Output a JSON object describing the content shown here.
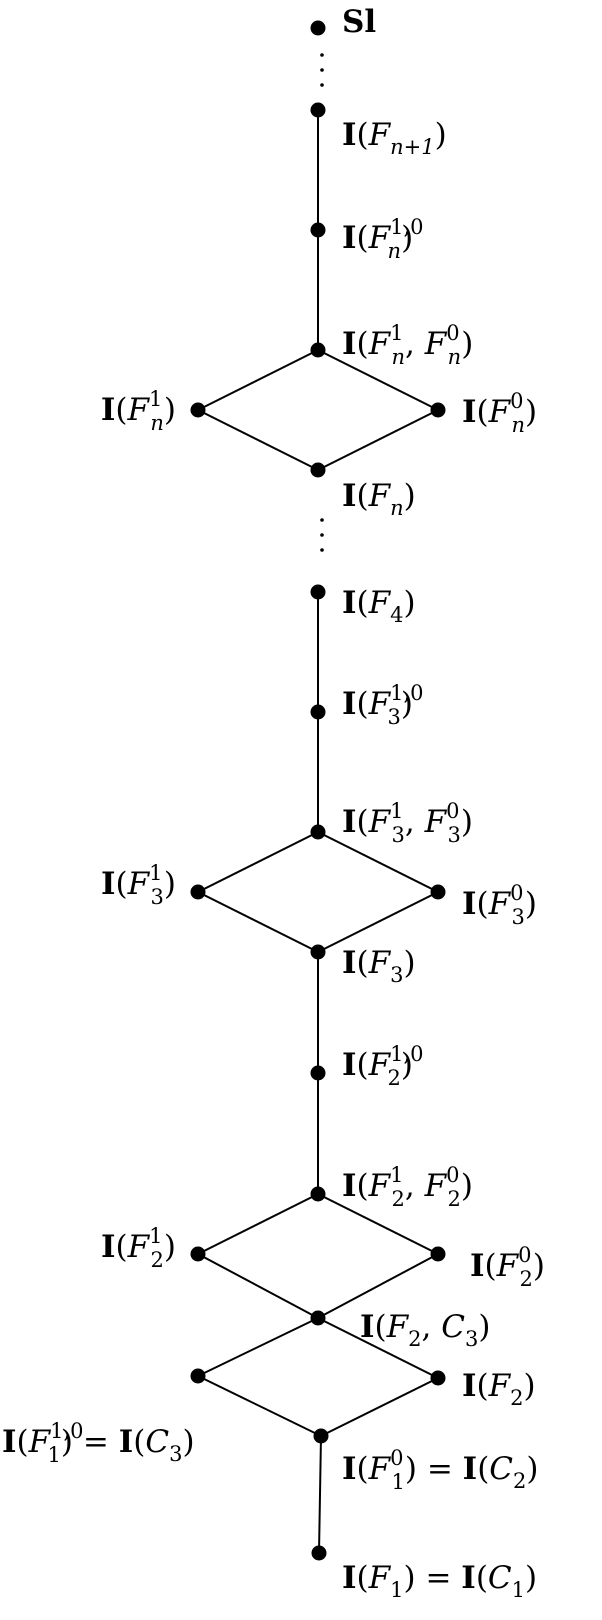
{
  "diagram": {
    "top_label": "Sl",
    "nodes": [
      {
        "id": "sl",
        "label": [
          {
            "t": "Sl",
            "b": 1
          }
        ]
      },
      {
        "id": "fn1",
        "label": [
          {
            "t": "I",
            "b": 1
          },
          {
            "t": "("
          },
          {
            "t": "F",
            "i": 1
          },
          {
            "t": "n+1",
            "sub": 1,
            "i": 1
          },
          {
            "t": ")"
          }
        ]
      },
      {
        "id": "fn10",
        "label": [
          {
            "t": "I",
            "b": 1
          },
          {
            "t": "("
          },
          {
            "t": "F",
            "i": 1
          },
          {
            "t": "1,0",
            "sup": 1
          },
          {
            "t": "n",
            "sub": 1,
            "i": 1
          },
          {
            "t": ")"
          }
        ]
      },
      {
        "id": "fn1fn0",
        "label": [
          {
            "t": "I",
            "b": 1
          },
          {
            "t": "("
          },
          {
            "t": "F",
            "i": 1
          },
          {
            "t": "1",
            "sup": 1
          },
          {
            "t": "n",
            "sub": 1,
            "i": 1
          },
          {
            "t": ", "
          },
          {
            "t": "F",
            "i": 1
          },
          {
            "t": "0",
            "sup": 1
          },
          {
            "t": "n",
            "sub": 1,
            "i": 1
          },
          {
            "t": ")"
          }
        ]
      },
      {
        "id": "fn_1",
        "label": [
          {
            "t": "I",
            "b": 1
          },
          {
            "t": "("
          },
          {
            "t": "F",
            "i": 1
          },
          {
            "t": "1",
            "sup": 1
          },
          {
            "t": "n",
            "sub": 1,
            "i": 1
          },
          {
            "t": ")"
          }
        ]
      },
      {
        "id": "fn_0",
        "label": [
          {
            "t": "I",
            "b": 1
          },
          {
            "t": "("
          },
          {
            "t": "F",
            "i": 1
          },
          {
            "t": "0",
            "sup": 1
          },
          {
            "t": "n",
            "sub": 1,
            "i": 1
          },
          {
            "t": ")"
          }
        ]
      },
      {
        "id": "fn",
        "label": [
          {
            "t": "I",
            "b": 1
          },
          {
            "t": "("
          },
          {
            "t": "F",
            "i": 1
          },
          {
            "t": "n",
            "sub": 1,
            "i": 1
          },
          {
            "t": ")"
          }
        ]
      },
      {
        "id": "f4",
        "label": [
          {
            "t": "I",
            "b": 1
          },
          {
            "t": "("
          },
          {
            "t": "F",
            "i": 1
          },
          {
            "t": "4",
            "sub": 1
          },
          {
            "t": ")"
          }
        ]
      },
      {
        "id": "f310",
        "label": [
          {
            "t": "I",
            "b": 1
          },
          {
            "t": "("
          },
          {
            "t": "F",
            "i": 1
          },
          {
            "t": "1,0",
            "sup": 1
          },
          {
            "t": "3",
            "sub": 1
          },
          {
            "t": ")"
          }
        ]
      },
      {
        "id": "f31f30",
        "label": [
          {
            "t": "I",
            "b": 1
          },
          {
            "t": "("
          },
          {
            "t": "F",
            "i": 1
          },
          {
            "t": "1",
            "sup": 1
          },
          {
            "t": "3",
            "sub": 1
          },
          {
            "t": ", "
          },
          {
            "t": "F",
            "i": 1
          },
          {
            "t": "0",
            "sup": 1
          },
          {
            "t": "3",
            "sub": 1
          },
          {
            "t": ")"
          }
        ]
      },
      {
        "id": "f3_1",
        "label": [
          {
            "t": "I",
            "b": 1
          },
          {
            "t": "("
          },
          {
            "t": "F",
            "i": 1
          },
          {
            "t": "1",
            "sup": 1
          },
          {
            "t": "3",
            "sub": 1
          },
          {
            "t": ")"
          }
        ]
      },
      {
        "id": "f3_0",
        "label": [
          {
            "t": "I",
            "b": 1
          },
          {
            "t": "("
          },
          {
            "t": "F",
            "i": 1
          },
          {
            "t": "0",
            "sup": 1
          },
          {
            "t": "3",
            "sub": 1
          },
          {
            "t": ")"
          }
        ]
      },
      {
        "id": "f3",
        "label": [
          {
            "t": "I",
            "b": 1
          },
          {
            "t": "("
          },
          {
            "t": "F",
            "i": 1
          },
          {
            "t": "3",
            "sub": 1
          },
          {
            "t": ")"
          }
        ]
      },
      {
        "id": "f210",
        "label": [
          {
            "t": "I",
            "b": 1
          },
          {
            "t": "("
          },
          {
            "t": "F",
            "i": 1
          },
          {
            "t": "1,0",
            "sup": 1
          },
          {
            "t": "2",
            "sub": 1
          },
          {
            "t": ")"
          }
        ]
      },
      {
        "id": "f21f20",
        "label": [
          {
            "t": "I",
            "b": 1
          },
          {
            "t": "("
          },
          {
            "t": "F",
            "i": 1
          },
          {
            "t": "1",
            "sup": 1
          },
          {
            "t": "2",
            "sub": 1
          },
          {
            "t": ", "
          },
          {
            "t": "F",
            "i": 1
          },
          {
            "t": "0",
            "sup": 1
          },
          {
            "t": "2",
            "sub": 1
          },
          {
            "t": ")"
          }
        ]
      },
      {
        "id": "f2_1",
        "label": [
          {
            "t": "I",
            "b": 1
          },
          {
            "t": "("
          },
          {
            "t": "F",
            "i": 1
          },
          {
            "t": "1",
            "sup": 1
          },
          {
            "t": "2",
            "sub": 1
          },
          {
            "t": ")"
          }
        ]
      },
      {
        "id": "f2_0",
        "label": [
          {
            "t": "I",
            "b": 1
          },
          {
            "t": "("
          },
          {
            "t": "F",
            "i": 1
          },
          {
            "t": "0",
            "sup": 1
          },
          {
            "t": "2",
            "sub": 1
          },
          {
            "t": ")"
          }
        ]
      },
      {
        "id": "f2c3",
        "label": [
          {
            "t": "I",
            "b": 1
          },
          {
            "t": "("
          },
          {
            "t": "F",
            "i": 1
          },
          {
            "t": "2",
            "sub": 1
          },
          {
            "t": ", "
          },
          {
            "t": "C",
            "i": 1
          },
          {
            "t": "3",
            "sub": 1
          },
          {
            "t": ")"
          }
        ]
      },
      {
        "id": "f110",
        "label": [
          {
            "t": "I",
            "b": 1
          },
          {
            "t": "("
          },
          {
            "t": "F",
            "i": 1
          },
          {
            "t": "1,0",
            "sup": 1
          },
          {
            "t": "1",
            "sub": 1
          },
          {
            "t": ") = "
          },
          {
            "t": "I",
            "b": 1
          },
          {
            "t": "("
          },
          {
            "t": "C",
            "i": 1
          },
          {
            "t": "3",
            "sub": 1
          },
          {
            "t": ")"
          }
        ]
      },
      {
        "id": "f2",
        "label": [
          {
            "t": "I",
            "b": 1
          },
          {
            "t": "("
          },
          {
            "t": "F",
            "i": 1
          },
          {
            "t": "2",
            "sub": 1
          },
          {
            "t": ")"
          }
        ]
      },
      {
        "id": "f10",
        "label": [
          {
            "t": "I",
            "b": 1
          },
          {
            "t": "("
          },
          {
            "t": "F",
            "i": 1
          },
          {
            "t": "0",
            "sup": 1
          },
          {
            "t": "1",
            "sub": 1
          },
          {
            "t": ") = "
          },
          {
            "t": "I",
            "b": 1
          },
          {
            "t": "("
          },
          {
            "t": "C",
            "i": 1
          },
          {
            "t": "2",
            "sub": 1
          },
          {
            "t": ")"
          }
        ]
      },
      {
        "id": "f1",
        "label": [
          {
            "t": "I",
            "b": 1
          },
          {
            "t": "("
          },
          {
            "t": "F",
            "i": 1
          },
          {
            "t": "1",
            "sub": 1
          },
          {
            "t": ") = "
          },
          {
            "t": "I",
            "b": 1
          },
          {
            "t": "("
          },
          {
            "t": "C",
            "i": 1
          },
          {
            "t": "1",
            "sub": 1
          },
          {
            "t": ")"
          }
        ]
      }
    ],
    "edges": [
      [
        "fn1",
        "fn10"
      ],
      [
        "fn10",
        "fn1fn0"
      ],
      [
        "fn1fn0",
        "fn_1"
      ],
      [
        "fn1fn0",
        "fn_0"
      ],
      [
        "fn_1",
        "fn"
      ],
      [
        "fn_0",
        "fn"
      ],
      [
        "f4",
        "f310"
      ],
      [
        "f310",
        "f31f30"
      ],
      [
        "f31f30",
        "f3_1"
      ],
      [
        "f31f30",
        "f3_0"
      ],
      [
        "f3_1",
        "f3"
      ],
      [
        "f3_0",
        "f3"
      ],
      [
        "f3",
        "f210"
      ],
      [
        "f210",
        "f21f20"
      ],
      [
        "f21f20",
        "f2_1"
      ],
      [
        "f21f20",
        "f2_0"
      ],
      [
        "f2_1",
        "f2c3"
      ],
      [
        "f2_0",
        "f2c3"
      ],
      [
        "f2c3",
        "f110"
      ],
      [
        "f2c3",
        "f2"
      ],
      [
        "f110",
        "f10"
      ],
      [
        "f2",
        "f10"
      ],
      [
        "f10",
        "f1"
      ]
    ],
    "ellipses": [
      "between-sl-and-fn1",
      "between-fn-and-f4"
    ]
  }
}
